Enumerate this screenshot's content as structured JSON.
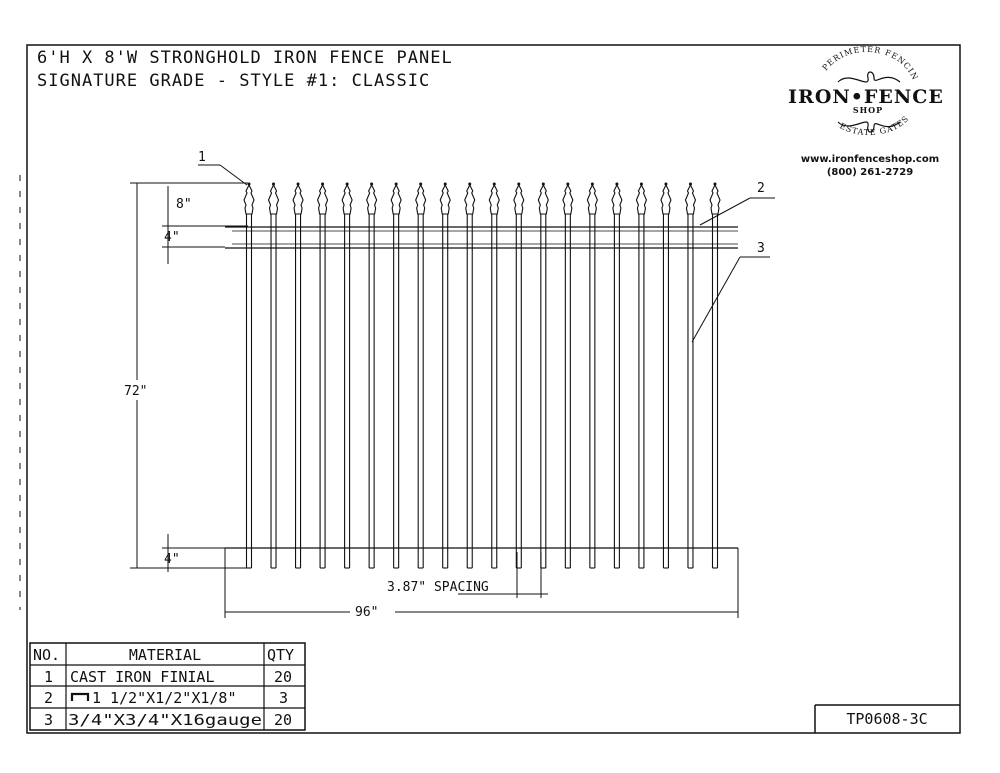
{
  "title": {
    "line1": "6'H X 8'W STRONGHOLD IRON FENCE PANEL",
    "line2": "SIGNATURE GRADE - STYLE #1: CLASSIC"
  },
  "logo": {
    "arc_top": "PERIMETER FENCING",
    "name": "IRON•FENCE",
    "sub": "SHOP",
    "arc_bottom": "ESTATE GATES",
    "website": "www.ironfenceshop.com",
    "phone": "(800) 261-2729"
  },
  "dimensions": {
    "finial": "8\"",
    "top_rail": "4\"",
    "height": "72\"",
    "bottom_rail": "4\"",
    "spacing": "3.87\" SPACING",
    "width": "96\""
  },
  "callouts": [
    "1",
    "2",
    "3"
  ],
  "drawing_number": "TP0608-3C",
  "material_table": {
    "headers": [
      "NO.",
      "MATERIAL",
      "QTY"
    ],
    "rows": [
      {
        "no": "1",
        "material": "CAST IRON FINIAL",
        "qty": "20"
      },
      {
        "no": "2",
        "material": "1 1/2\"X1/2\"X1/8\"",
        "qty": "3"
      },
      {
        "no": "3",
        "material": "3/4\"X3/4\"X16gauge",
        "qty": "20"
      }
    ]
  },
  "panel": {
    "pickets": 20
  },
  "colors": {
    "line": "#111111",
    "paper": "#ffffff"
  }
}
